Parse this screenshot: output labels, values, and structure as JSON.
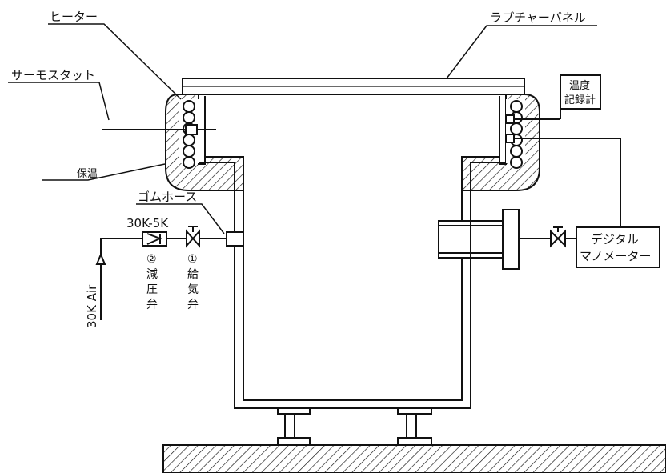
{
  "labels": {
    "heater": "ヒーター",
    "rupture_panel": "ラプチャーパネル",
    "thermostat": "サーモスタット",
    "temp_recorder_line1": "温度",
    "temp_recorder_line2": "記録計",
    "insulation": "保温",
    "rubber_hose": "ゴムホース",
    "pressure_spec": "30K-5K",
    "air_supply": "30K Air",
    "valve2_number": "②",
    "valve2_chars": [
      "減",
      "圧",
      "弁"
    ],
    "valve1_number": "①",
    "valve1_chars": [
      "給",
      "気",
      "弁"
    ],
    "digital_manometer_line1": "デジタル",
    "digital_manometer_line2": "マノメーター"
  }
}
